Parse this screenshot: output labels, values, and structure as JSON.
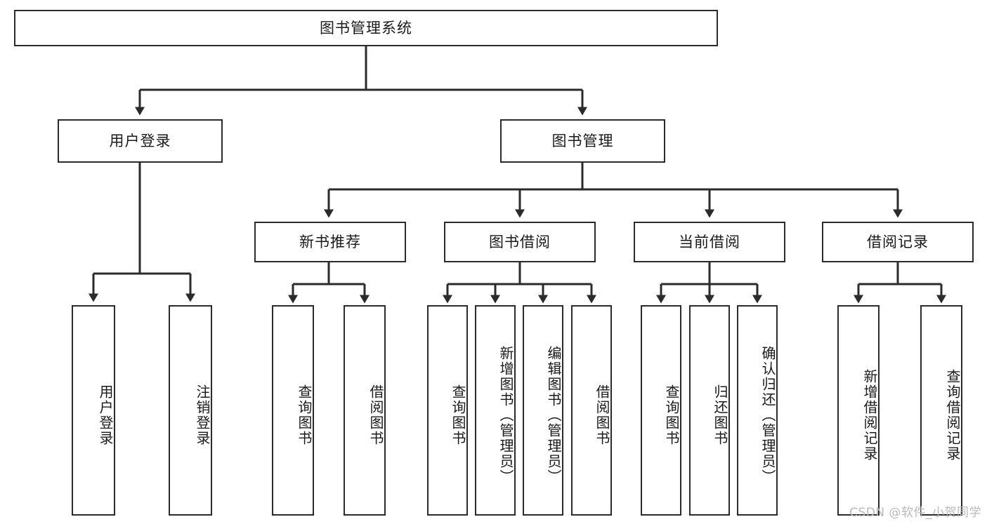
{
  "diagram": {
    "title": "图书管理系统",
    "type": "tree-hierarchy",
    "root": {
      "id": "root",
      "label": "图书管理系统"
    },
    "level2": [
      {
        "id": "user-login",
        "label": "用户登录"
      },
      {
        "id": "book-manage",
        "label": "图书管理"
      }
    ],
    "level3": [
      {
        "id": "new-book-rec",
        "label": "新书推荐",
        "parent": "book-manage"
      },
      {
        "id": "book-borrow",
        "label": "图书借阅",
        "parent": "book-manage"
      },
      {
        "id": "current-borrow",
        "label": "当前借阅",
        "parent": "book-manage"
      },
      {
        "id": "borrow-record",
        "label": "借阅记录",
        "parent": "book-manage"
      }
    ],
    "leaves": [
      {
        "id": "leaf-user-login",
        "label": "用户登录",
        "parent": "user-login"
      },
      {
        "id": "leaf-user-logout",
        "label": "注销登录",
        "parent": "user-login"
      },
      {
        "id": "leaf-rec-query",
        "label": "查询图书",
        "parent": "new-book-rec"
      },
      {
        "id": "leaf-rec-borrow",
        "label": "借阅图书",
        "parent": "new-book-rec"
      },
      {
        "id": "leaf-borrow-query",
        "label": "查询图书",
        "parent": "book-borrow"
      },
      {
        "id": "leaf-borrow-add",
        "label": "新增图书（管理员）",
        "parent": "book-borrow"
      },
      {
        "id": "leaf-borrow-edit",
        "label": "编辑图书（管理员）",
        "parent": "book-borrow"
      },
      {
        "id": "leaf-borrow-do",
        "label": "借阅图书",
        "parent": "book-borrow"
      },
      {
        "id": "leaf-cur-query",
        "label": "查询图书",
        "parent": "current-borrow"
      },
      {
        "id": "leaf-cur-return",
        "label": "归还图书",
        "parent": "current-borrow"
      },
      {
        "id": "leaf-cur-confirm",
        "label": "确认归还（管理员）",
        "parent": "current-borrow"
      },
      {
        "id": "leaf-rec-add",
        "label": "新增借阅记录",
        "parent": "borrow-record"
      },
      {
        "id": "leaf-rec-query2",
        "label": "查询借阅记录",
        "parent": "borrow-record"
      }
    ],
    "colors": {
      "stroke": "#2b2b2b",
      "fill": "#ffffff",
      "text": "#1a1a1a",
      "watermark": "#b9b9b9"
    }
  },
  "watermark": {
    "text": "CSDN @软件_小贺同学"
  }
}
